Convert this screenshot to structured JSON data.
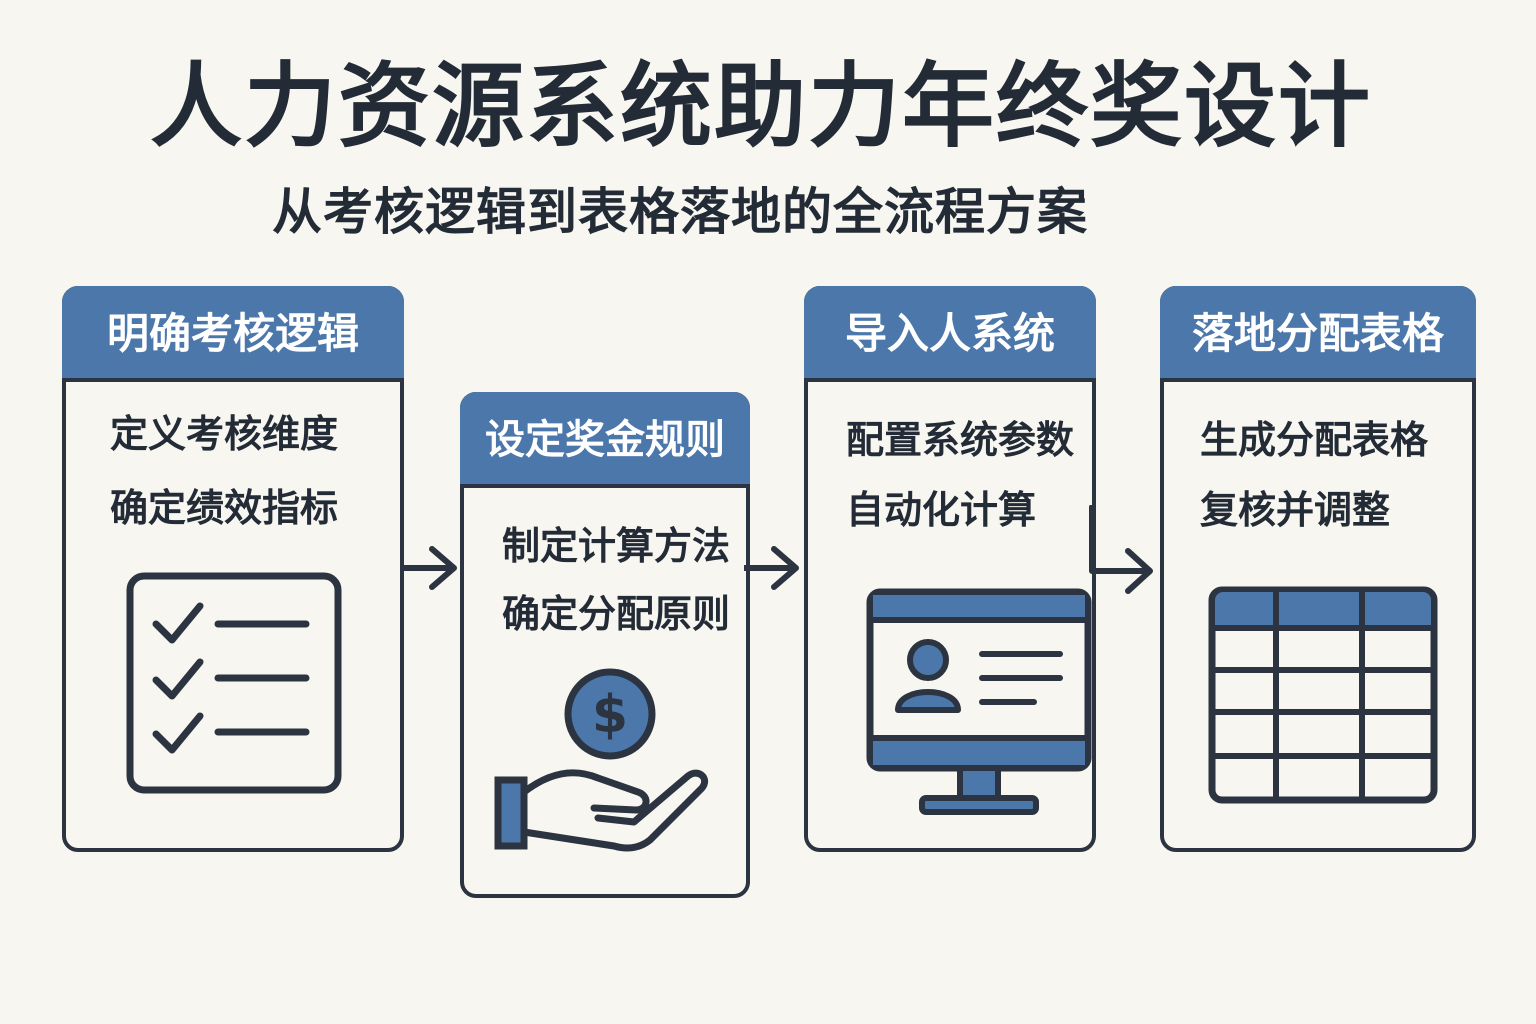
{
  "title": "人力资源系统助力年终奖设计",
  "subtitle": "从考核逻辑到表格落地的全流程方案",
  "steps": [
    {
      "header": "明确考核逻辑",
      "lines": [
        "定义考核维度",
        "确定绩效指标"
      ],
      "icon": "checklist-icon"
    },
    {
      "header": "设定奖金规则",
      "lines": [
        "制定计算方法",
        "确定分配原则"
      ],
      "icon": "hand-coin-icon"
    },
    {
      "header": "导入人系统",
      "lines": [
        "配置系统参数",
        "自动化计算"
      ],
      "icon": "computer-profile-icon"
    },
    {
      "header": "落地分配表格",
      "lines": [
        "生成分配表格",
        "复核并调整"
      ],
      "icon": "table-icon"
    }
  ],
  "colors": {
    "accent": "#4b77aa",
    "outline": "#2b3440",
    "background": "#f8f6f0"
  }
}
